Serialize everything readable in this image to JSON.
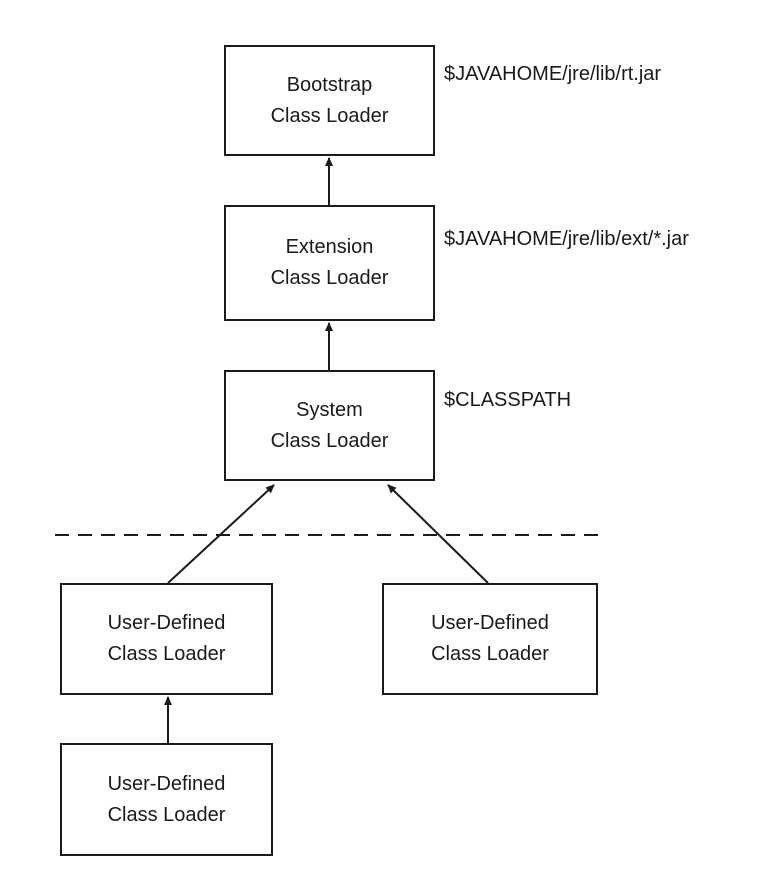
{
  "nodes": {
    "bootstrap": {
      "line1": "Bootstrap",
      "line2": "Class Loader",
      "path": "$JAVAHOME/jre/lib/rt.jar"
    },
    "extension": {
      "line1": "Extension",
      "line2": "Class Loader",
      "path": "$JAVAHOME/jre/lib/ext/*.jar"
    },
    "system": {
      "line1": "System",
      "line2": "Class Loader",
      "path": "$CLASSPATH"
    },
    "user_left": {
      "line1": "User-Defined",
      "line2": "Class Loader"
    },
    "user_right": {
      "line1": "User-Defined",
      "line2": "Class Loader"
    },
    "user_bottom": {
      "line1": "User-Defined",
      "line2": "Class Loader"
    }
  },
  "edges": [
    {
      "from": "extension",
      "to": "bootstrap"
    },
    {
      "from": "system",
      "to": "extension"
    },
    {
      "from": "user_left",
      "to": "system"
    },
    {
      "from": "user_right",
      "to": "system"
    },
    {
      "from": "user_bottom",
      "to": "user_left"
    }
  ]
}
